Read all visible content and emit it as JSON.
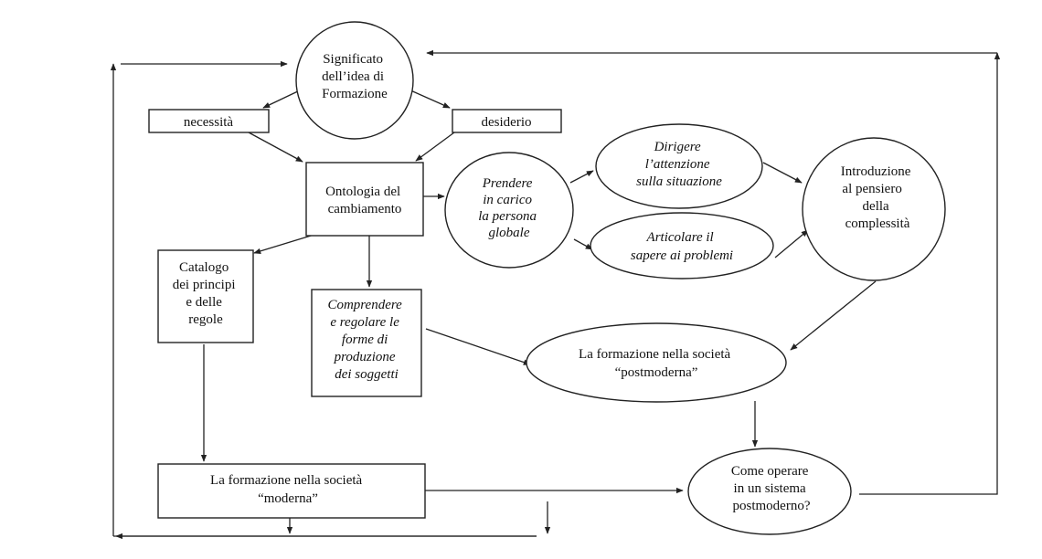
{
  "nodes": {
    "significato": {
      "shape": "circle",
      "lines": [
        "Significato",
        "dell’idea di",
        "Formazione"
      ]
    },
    "necessita": {
      "shape": "rect",
      "lines": [
        "necessità"
      ]
    },
    "desiderio": {
      "shape": "rect",
      "lines": [
        "desiderio"
      ]
    },
    "ontologia": {
      "shape": "rect",
      "lines": [
        "Ontologia del",
        "cambiamento"
      ]
    },
    "prendere": {
      "shape": "ellipse",
      "italic": true,
      "lines": [
        "Prendere",
        "in carico",
        "la persona",
        "globale"
      ]
    },
    "dirigere": {
      "shape": "ellipse",
      "italic": true,
      "lines": [
        "Dirigere",
        "l’attenzione",
        "sulla situazione"
      ]
    },
    "articolare": {
      "shape": "ellipse",
      "italic": true,
      "lines": [
        "Articolare il",
        "sapere ai problemi"
      ]
    },
    "introduzione": {
      "shape": "circle",
      "lines": [
        "Introduzione",
        "al pensiero",
        "della",
        "complessità"
      ]
    },
    "catalogo": {
      "shape": "rect",
      "lines": [
        "Catalogo",
        "dei principi",
        "e delle",
        "regole"
      ]
    },
    "comprendere": {
      "shape": "rect",
      "italic": true,
      "lines": [
        "Comprendere",
        "e regolare le",
        "forme di",
        "produzione",
        "dei soggetti"
      ]
    },
    "postmoderna": {
      "shape": "ellipse",
      "lines": [
        "La formazione nella società",
        "“postmoderna”"
      ]
    },
    "moderna": {
      "shape": "rect",
      "lines": [
        "La formazione nella società",
        "“moderna”"
      ]
    },
    "operare": {
      "shape": "circle",
      "lines": [
        "Come operare",
        "in un sistema",
        "postmoderno?"
      ]
    }
  },
  "edges": [
    {
      "from": "significato",
      "to": "necessita"
    },
    {
      "from": "significato",
      "to": "desiderio"
    },
    {
      "from": "necessita",
      "to": "ontologia"
    },
    {
      "from": "desiderio",
      "to": "ontologia"
    },
    {
      "from": "ontologia",
      "to": "prendere"
    },
    {
      "from": "prendere",
      "to": "dirigere"
    },
    {
      "from": "prendere",
      "to": "articolare"
    },
    {
      "from": "dirigere",
      "to": "introduzione"
    },
    {
      "from": "articolare",
      "to": "introduzione"
    },
    {
      "from": "ontologia",
      "to": "catalogo"
    },
    {
      "from": "ontologia",
      "to": "comprendere"
    },
    {
      "from": "comprendere",
      "to": "postmoderna"
    },
    {
      "from": "introduzione",
      "to": "postmoderna"
    },
    {
      "from": "catalogo",
      "to": "moderna"
    },
    {
      "from": "postmoderna",
      "to": "operare"
    },
    {
      "from": "moderna",
      "to": "operare"
    },
    {
      "from": "operare",
      "to": "significato",
      "kind": "feedback-loop-right"
    },
    {
      "from": "moderna",
      "to": "significato",
      "kind": "feedback-loop-left"
    }
  ]
}
